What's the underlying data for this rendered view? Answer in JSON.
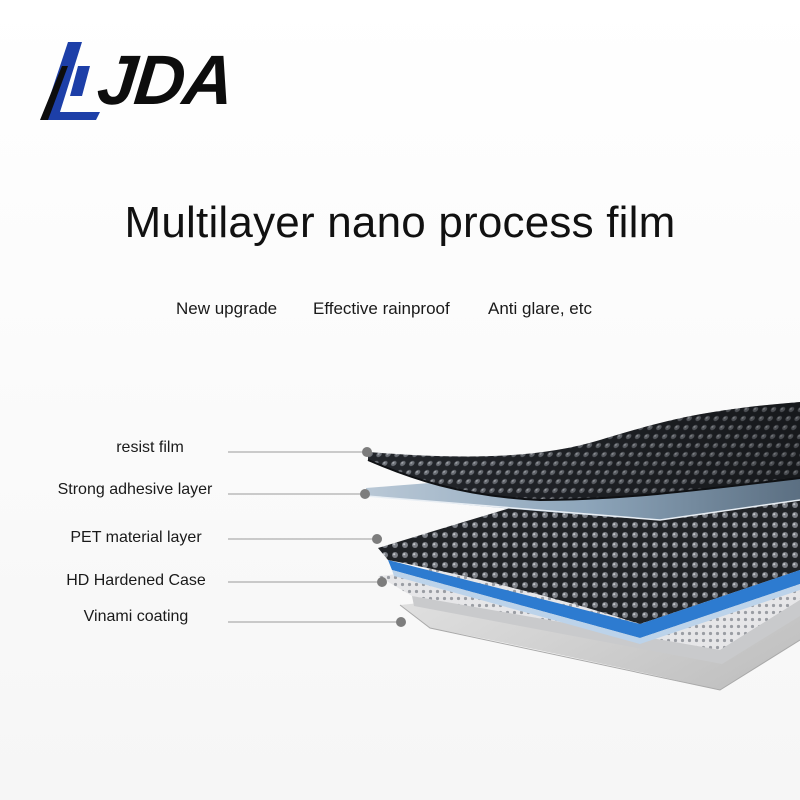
{
  "brand": {
    "logo_text": "JDA"
  },
  "title": "Multilayer nano process film",
  "tags": [
    "New upgrade",
    "Effective rainproof",
    "Anti glare, etc"
  ],
  "layers": [
    {
      "label": "resist film"
    },
    {
      "label": "Strong adhesive layer"
    },
    {
      "label": "PET material layer"
    },
    {
      "label": "HD Hardened Case"
    },
    {
      "label": "Vinami coating"
    }
  ],
  "colors": {
    "logo_blue": "#1d3fa8",
    "dark_film": "#2a2d33",
    "adhesive_blue": "#9fb6c9",
    "coating_gray": "#cfcfcf",
    "dot_accent": "#2f7fd6"
  }
}
